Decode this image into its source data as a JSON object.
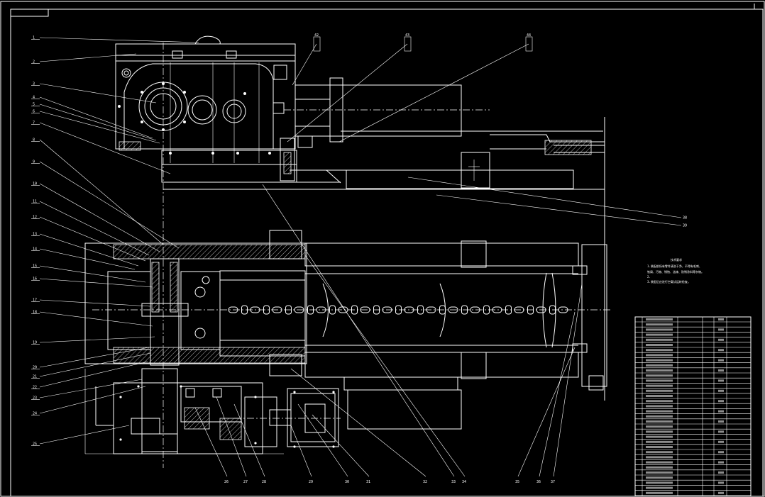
{
  "drawing": {
    "part_callouts_left": [
      "1",
      "2",
      "3",
      "4",
      "5",
      "6",
      "7",
      "8",
      "9",
      "10",
      "11",
      "12",
      "13",
      "14",
      "15",
      "16",
      "17",
      "18",
      "19",
      "20",
      "21",
      "22",
      "23",
      "24",
      "25"
    ],
    "part_callouts_bottom": [
      "26",
      "27",
      "28",
      "29",
      "30",
      "31",
      "32",
      "33",
      "34",
      "35",
      "36",
      "37"
    ],
    "part_callouts_right": [
      "38",
      "39"
    ],
    "section_tags_top": [
      "42",
      "43",
      "44"
    ],
    "tech_requirements": {
      "title": "技术要求",
      "lines": [
        "1.装配前所有零件清洗干净，不得有毛刺、",
        "铁屑、污物、锈蚀、油漆、防锈涂料等杂物。",
        "2.",
        "3.装配后应进行空载试运转检查。"
      ]
    }
  }
}
